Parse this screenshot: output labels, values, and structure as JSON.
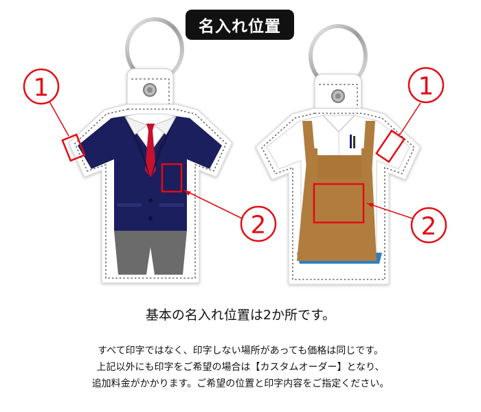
{
  "title": "名入れ位置",
  "markers": {
    "left_1": "1",
    "left_2": "2",
    "right_1": "1",
    "right_2": "2"
  },
  "description": {
    "headline": "基本の名入れ位置は2か所です。",
    "lines": [
      "すべて印字ではなく、印字しない場所があっても価格は同じです。",
      "上記以外にも印字をご希望の場合は【カスタムオーダー】となり、",
      "追加料金がかかります。ご希望の位置と印字内容をご指定ください。"
    ]
  },
  "colors": {
    "marker_red": "#e30c14",
    "jacket_navy": "#1b1f5e",
    "tie_red": "#c8102e",
    "pants_gray": "#6b6b6b",
    "apron_brown": "#b07d3f",
    "shirt_white": "#ffffff"
  }
}
